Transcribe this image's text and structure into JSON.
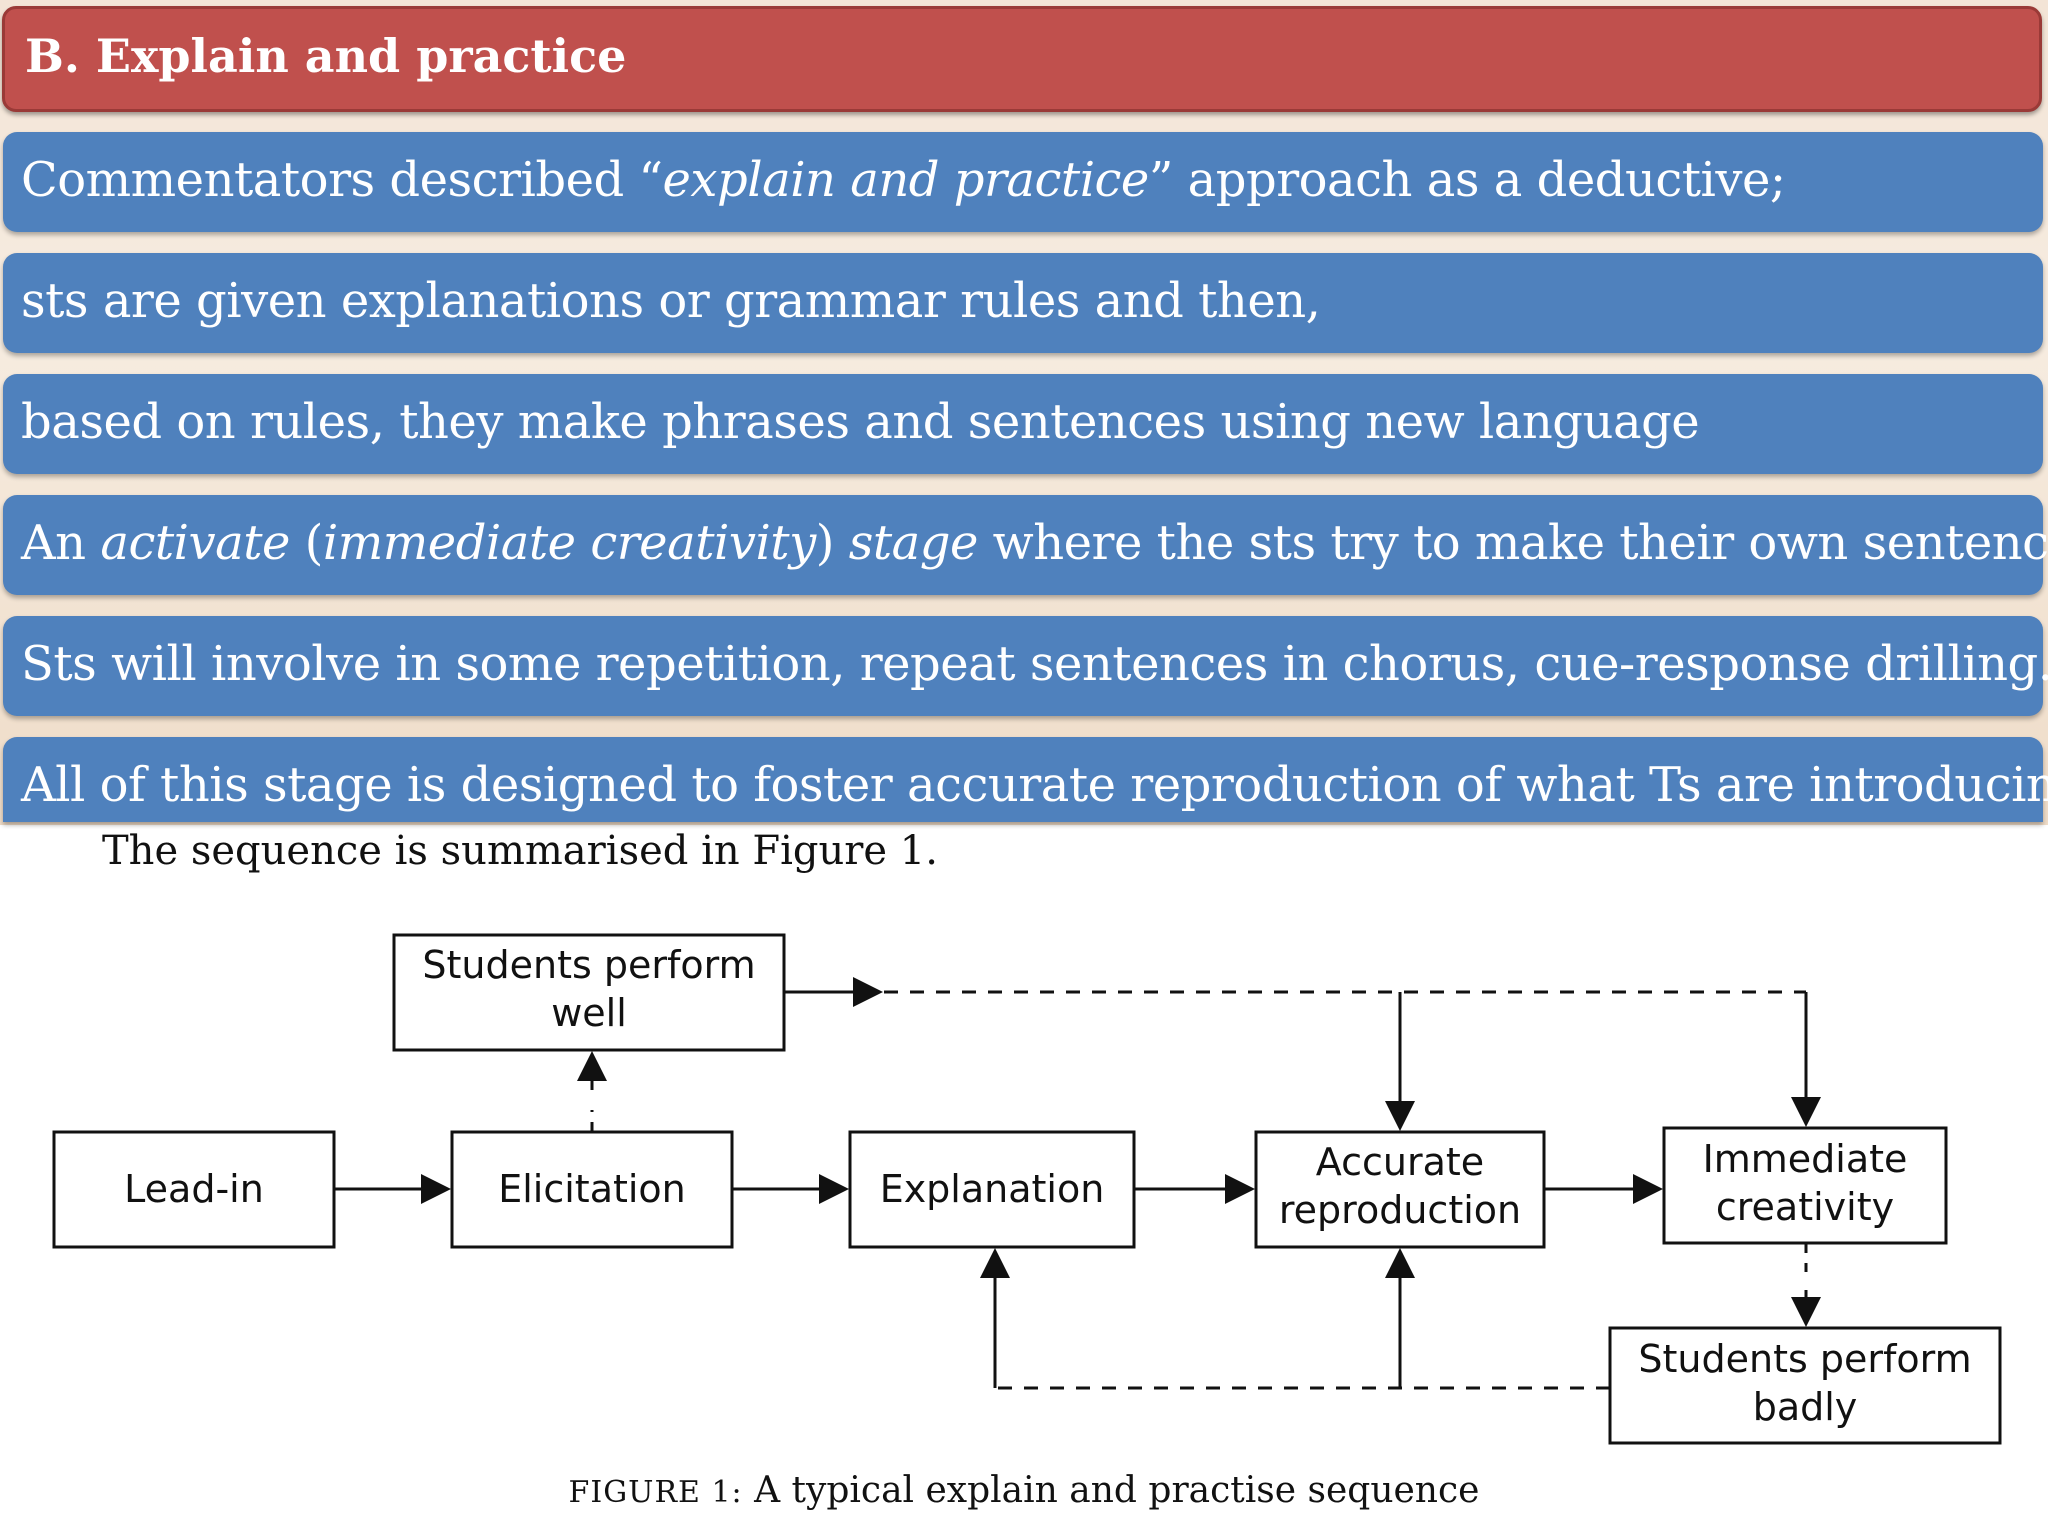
{
  "slide": {
    "title": "B. Explain and practice",
    "bullets": [
      {
        "parts": [
          "Commentators described “",
          "explain and practice",
          "” approach as a deductive;"
        ]
      },
      {
        "parts": [
          "sts are given explanations or grammar rules and then,",
          "",
          ""
        ]
      },
      {
        "parts": [
          "based on rules, they make phrases and sentences using new language",
          "",
          ""
        ]
      },
      {
        "parts": [
          "An ",
          "activate",
          " (",
          "immediate creativity",
          ") ",
          "stage",
          " where the sts try to make their own sentences."
        ]
      },
      {
        "parts": [
          "Sts will involve in some repetition, repeat sentences in chorus, cue-response drilling.",
          "",
          ""
        ]
      },
      {
        "parts": [
          "All of this stage is designed to foster accurate reproduction of what Ts are introducing.",
          "",
          ""
        ]
      }
    ]
  },
  "figure": {
    "intro": "The sequence is summarised in Figure 1.",
    "caption_label": "FIGURE 1:",
    "caption_text": " A typical explain and practise sequence",
    "nodes": {
      "students_perform_well": [
        "Students perform",
        "well"
      ],
      "lead_in": [
        "Lead-in"
      ],
      "elicitation": [
        "Elicitation"
      ],
      "explanation": [
        "Explanation"
      ],
      "accurate_reproduction": [
        "Accurate",
        "reproduction"
      ],
      "immediate_creativity": [
        "Immediate",
        "creativity"
      ],
      "students_perform_badly": [
        "Students perform",
        "badly"
      ]
    }
  }
}
